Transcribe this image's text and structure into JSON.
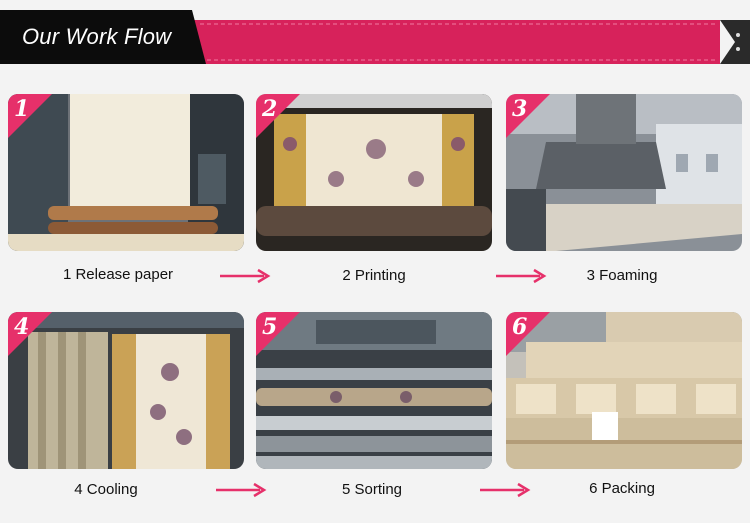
{
  "header": {
    "title": "Our Work Flow"
  },
  "colors": {
    "accent": "#e6306a",
    "banner_dark": "#0c0c0c",
    "banner_pink": "#d7225b"
  },
  "steps": [
    {
      "number": "1",
      "label": "1 Release paper"
    },
    {
      "number": "2",
      "label": "2 Printing"
    },
    {
      "number": "3",
      "label": "3 Foaming"
    },
    {
      "number": "4",
      "label": "4 Cooling"
    },
    {
      "number": "5",
      "label": "5 Sorting"
    },
    {
      "number": "6",
      "label": "6 Packing"
    }
  ]
}
